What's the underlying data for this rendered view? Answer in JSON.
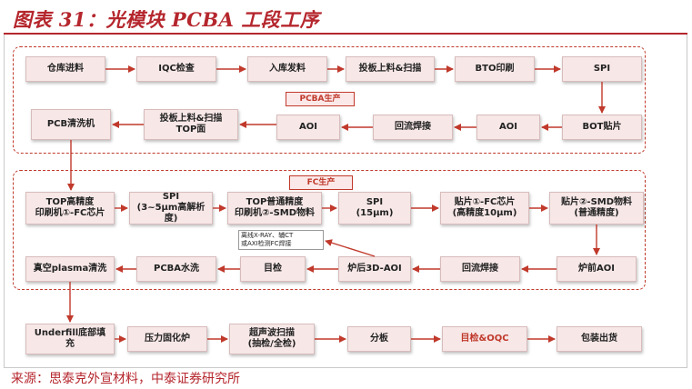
{
  "header": {
    "title": "图表 31：光模块 PCBA 工段工序"
  },
  "footer": {
    "source": "来源：思泰克外宣材料，中泰证券研究所"
  },
  "colors": {
    "accent": "#b5262d",
    "box_fill": "#f7e7e7",
    "arrow": "#c0392b"
  },
  "pcba_section": {
    "label": "PCBA生产",
    "row1": [
      "仓库进料",
      "IQC检查",
      "入库发料",
      "投板上料&扫描",
      "BTO印刷",
      "SPI"
    ],
    "row2": [
      "PCB清洗机",
      "投板上料&扫描\nTOP面",
      "AOI",
      "回流焊接",
      "AOI",
      "BOT贴片"
    ]
  },
  "fc_section": {
    "label": "FC生产",
    "row1": [
      "TOP高精度\n印刷机①-FC芯片",
      "SPI\n(3~5μm高解析度)",
      "TOP普通精度\n印刷机②-SMD物料",
      "SPI\n(15μm)",
      "贴片①-FC芯片\n(高精度10μm)",
      "贴片②-SMD物料\n(普通精度)"
    ],
    "row2": [
      "真空plasma清洗",
      "PCBA水洗",
      "目检",
      "炉后3D-AOI",
      "回流焊接",
      "炉前AOI"
    ],
    "note": "离线X-RAY、辅CT\n或AXI检测FC焊接"
  },
  "final_row": [
    "Underfill底部填\n充",
    "压力固化炉",
    "超声波扫描\n(抽检/全检)",
    "分板",
    "目检&OQC",
    "包装出货"
  ]
}
